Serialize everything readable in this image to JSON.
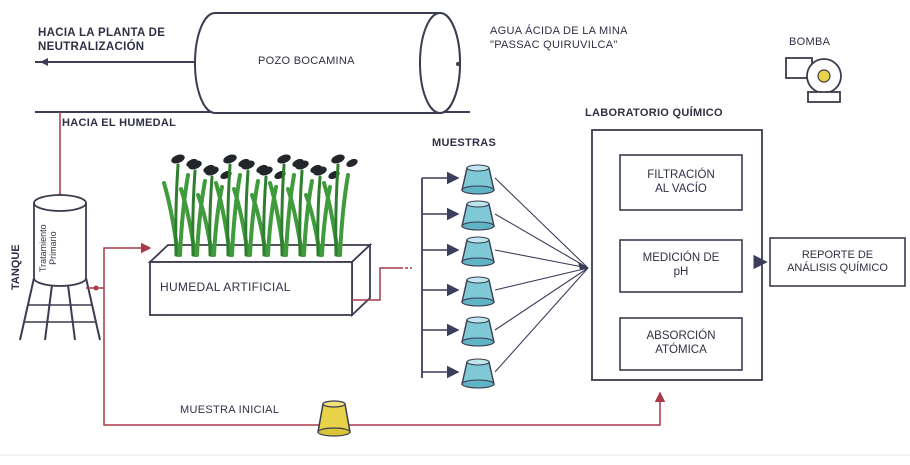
{
  "colors": {
    "pipe": "#a83a4a",
    "arrow_dark": "#3b3d5a",
    "outline": "#3a3c4f",
    "sample_blue": "#7fc9d6",
    "sample_yellow": "#e8d24a",
    "plant_green": "#3f9b3c",
    "plant_dark": "#23262b"
  },
  "labels": {
    "to_neutralization": "HACIA LA PLANTA DE\nNEUTRALIZACIÓN",
    "pozo": "POZO BOCAMINA",
    "acid_water": "AGUA ÁCIDA DE LA MINA\n\"PASSAC QUIRUVILCA\"",
    "pump": "BOMBA",
    "to_wetland": "HACIA EL HUMEDAL",
    "lab_title": "LABORATORIO QUÍMICO",
    "samples": "MUESTRAS",
    "tank": "TANQUE",
    "tank_inner": "Tratamiento\nPrimario",
    "wetland": "HUMEDAL ARTIFICIAL",
    "filtration": "FILTRACIÓN\nAL VACÍO",
    "ph": "MEDICIÓN DE\npH",
    "absorption": "ABSORCIÓN\nATÓMICA",
    "report": "REPORTE DE\nANÁLISIS QUÍMICO",
    "initial_sample": "MUESTRA INICIAL"
  },
  "icons": {
    "pump": "pump-icon",
    "tank": "water-tank-icon",
    "sample": "sample-cup-icon",
    "plants": "reed-plant-icon"
  }
}
